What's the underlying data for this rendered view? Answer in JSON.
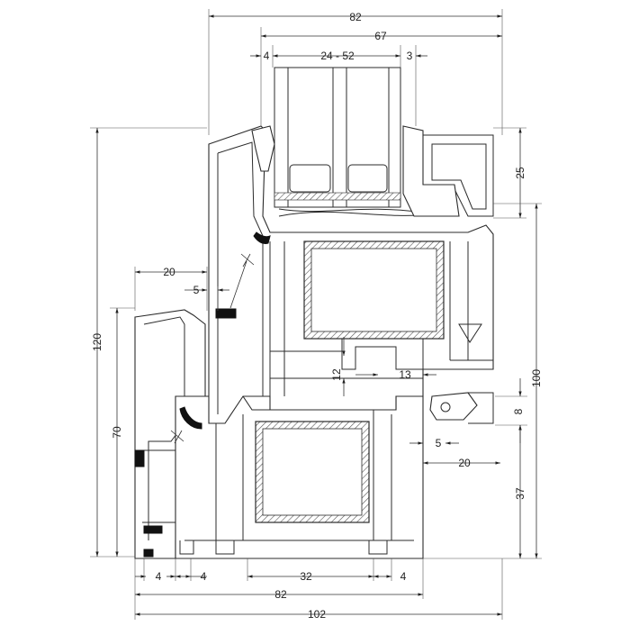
{
  "dimensions": {
    "top_overall": "82",
    "top_sash": "67",
    "glass_left": "4",
    "glass_range": "24 - 52",
    "glass_right": "3",
    "right_rebate": "25",
    "left_overlap": "20",
    "left_gap": "5",
    "height_total": "120",
    "height_frame": "70",
    "height_right": "100",
    "mid_12": "12",
    "mid_13": "13",
    "right_8": "8",
    "right_5": "5",
    "right_20": "20",
    "right_37": "37",
    "bottom_4a": "4",
    "bottom_4b": "4",
    "bottom_32": "32",
    "bottom_4c": "4",
    "bottom_frame": "82",
    "bottom_overall": "102"
  }
}
